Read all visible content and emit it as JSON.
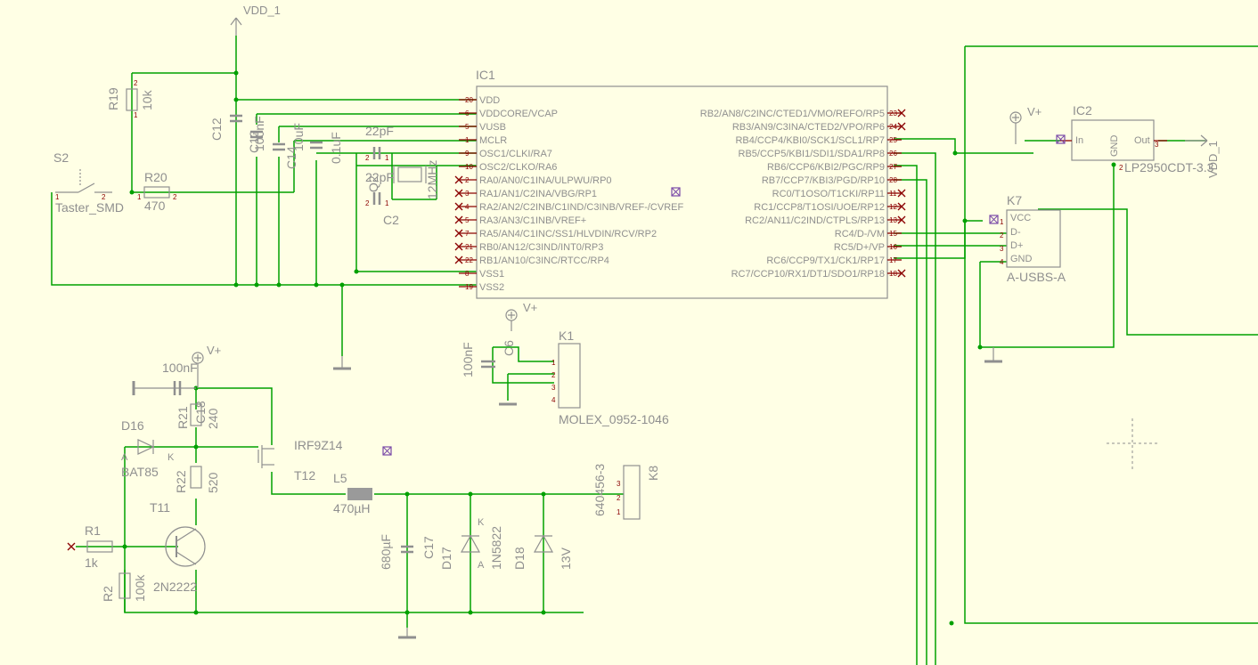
{
  "colors": {
    "background": "#ffffe5",
    "wire": "#00a000",
    "symbol": "#8f8f8f",
    "pin": "#8b0000"
  },
  "net_labels": {
    "vdd1_top": "VDD_1",
    "vplus_ic2": "V+",
    "vplus_k1": "V+",
    "vplus_t12": "V+",
    "vdd1_ic2": "VDD_1"
  },
  "ic1": {
    "name": "IC1",
    "left_pins": [
      {
        "name": "VDD",
        "num": "20"
      },
      {
        "name": "VDDCORE/VCAP",
        "num": "6"
      },
      {
        "name": "VUSB",
        "num": "5"
      },
      {
        "name": "MCLR",
        "num": "1"
      },
      {
        "name": "OSC1/CLKI/RA7",
        "num": "9"
      },
      {
        "name": "OSC2/CLKO/RA6",
        "num": "10"
      },
      {
        "name": "RA0/AN0/C1INA/ULPWU/RP0",
        "num": "2"
      },
      {
        "name": "RA1/AN1/C2INA/VBG/RP1",
        "num": "3"
      },
      {
        "name": "RA2/AN2/C2INB/C1IND/C3INB/VREF-/CVREF",
        "num": "4"
      },
      {
        "name": "RA3/AN3/C1INB/VREF+",
        "num": "5"
      },
      {
        "name": "RA5/AN4/C1INC/SS1/HLVDIN/RCV/RP2",
        "num": "7"
      },
      {
        "name": "RB0/AN12/C3IND/INT0/RP3",
        "num": "21"
      },
      {
        "name": "RB1/AN10/C3INC/RTCC/RP4",
        "num": "22"
      },
      {
        "name": "VSS1",
        "num": "8"
      },
      {
        "name": "VSS2",
        "num": "19"
      }
    ],
    "right_pins": [
      {
        "name": "RB2/AN8/C2INC/CTED1/VMO/REFO/RP5",
        "num": "23"
      },
      {
        "name": "RB3/AN9/C3INA/CTED2/VPO/RP6",
        "num": "24"
      },
      {
        "name": "RB4/CCP4/KBI0/SCK1/SCL1/RP7",
        "num": "25"
      },
      {
        "name": "RB5/CCP5/KBI1/SDI1/SDA1/RP8",
        "num": "26"
      },
      {
        "name": "RB6/CCP6/KBI2/PGC/RP9",
        "num": "27"
      },
      {
        "name": "RB7/CCP7/KBI3/PGD/RP10",
        "num": "28"
      },
      {
        "name": "RC0/T1OSO/T1CKI/RP11",
        "num": "11"
      },
      {
        "name": "RC1/CCP8/T1OSI/UOE/RP12",
        "num": "12"
      },
      {
        "name": "RC2/AN11/C2IND/CTPLS/RP13",
        "num": "13"
      },
      {
        "name": "RC4/D-/VM",
        "num": "15"
      },
      {
        "name": "RC5/D+/VP",
        "num": "16"
      },
      {
        "name": "RC6/CCP9/TX1/CK1/RP17",
        "num": "17"
      },
      {
        "name": "RC7/CCP10/RX1/DT1/SDO1/RP18",
        "num": "18"
      }
    ]
  },
  "ic2": {
    "name": "IC2",
    "value": "LP2950CDT-3.3",
    "pin_in": "In",
    "pin_gnd": "GND",
    "pin_out": "Out"
  },
  "k7": {
    "name": "K7",
    "value": "A-USBS-A",
    "pins": [
      "VCC",
      "D-",
      "D+",
      "GND"
    ]
  },
  "k1": {
    "name": "K1",
    "value": "MOLEX_0952-1046"
  },
  "k8": {
    "name": "K8",
    "value": "640456-3"
  },
  "parts": {
    "s2": {
      "name": "S2",
      "value": "Taster_SMD"
    },
    "r19": {
      "name": "R19",
      "value": "10k"
    },
    "r20": {
      "name": "R20",
      "value": "470"
    },
    "c12": {
      "name": "C12",
      "value": "100nF"
    },
    "c13": {
      "name": "C13",
      "value": "10uF"
    },
    "c14": {
      "name": "C14",
      "value": "0.1uF"
    },
    "c1": {
      "name": "C1",
      "value": "22pF"
    },
    "c2": {
      "name": "C2",
      "value": "22pF"
    },
    "q2": {
      "name": "Q2",
      "value": "12MHz"
    },
    "c6": {
      "name": "C6",
      "value": "100nF"
    },
    "c18": {
      "name": "C18",
      "value": "100nF"
    },
    "r21": {
      "name": "R21",
      "value": "240"
    },
    "d16": {
      "name": "D16",
      "value": "BAT85",
      "a": "A",
      "k": "K"
    },
    "r22": {
      "name": "R22",
      "value": "520"
    },
    "t12": {
      "name": "T12",
      "value": "IRF9Z14"
    },
    "t11": {
      "name": "T11",
      "value": "2N2222"
    },
    "r1": {
      "name": "R1",
      "value": "1k"
    },
    "r2": {
      "name": "R2",
      "value": "100k"
    },
    "l5": {
      "name": "L5",
      "value": "470µH"
    },
    "c17": {
      "name": "C17",
      "value": "680µF"
    },
    "d17": {
      "name": "D17",
      "value": "1N5822",
      "a": "A",
      "k": "K"
    },
    "d18": {
      "name": "D18",
      "value": "13V"
    }
  }
}
